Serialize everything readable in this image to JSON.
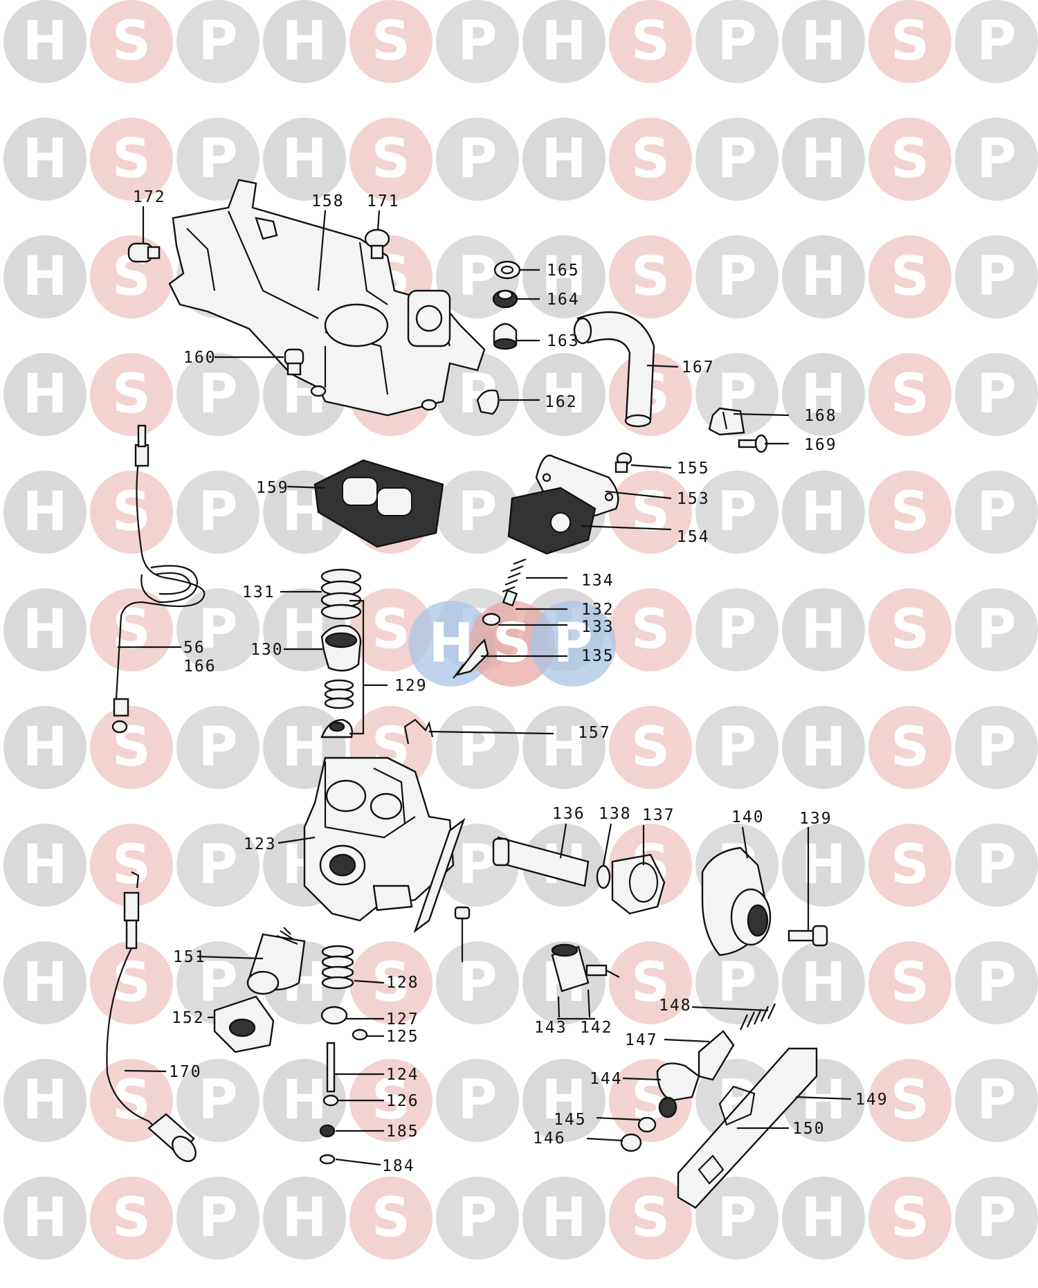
{
  "watermark": {
    "letters": [
      "H",
      "S",
      "P"
    ],
    "colors": {
      "H": "#d9d9d9",
      "S": "#f2d3d1",
      "P": "#dcdcdc"
    },
    "center_logo_colors": [
      "#a9c4e6",
      "#e9a7a3",
      "#a9c4e6"
    ]
  },
  "callouts": {
    "c172": "172",
    "c158": "158",
    "c171": "171",
    "c165": "165",
    "c164": "164",
    "c163": "163",
    "c167": "167",
    "c160": "160",
    "c162": "162",
    "c168": "168",
    "c169": "169",
    "c155": "155",
    "c153": "153",
    "c159": "159",
    "c154": "154",
    "c134": "134",
    "c131": "131",
    "c132": "132",
    "c133": "133",
    "c56": "56",
    "c166": "166",
    "c130": "130",
    "c135": "135",
    "c129": "129",
    "c157": "157",
    "c136": "136",
    "c138": "138",
    "c137": "137",
    "c140": "140",
    "c139": "139",
    "c123": "123",
    "c151": "151",
    "c128": "128",
    "c148": "148",
    "c152": "152",
    "c127": "127",
    "c125": "125",
    "c143": "143",
    "c142": "142",
    "c147": "147",
    "c170": "170",
    "c124": "124",
    "c144": "144",
    "c149": "149",
    "c126": "126",
    "c145": "145",
    "c150": "150",
    "c146": "146",
    "c185": "185",
    "c184": "184"
  }
}
